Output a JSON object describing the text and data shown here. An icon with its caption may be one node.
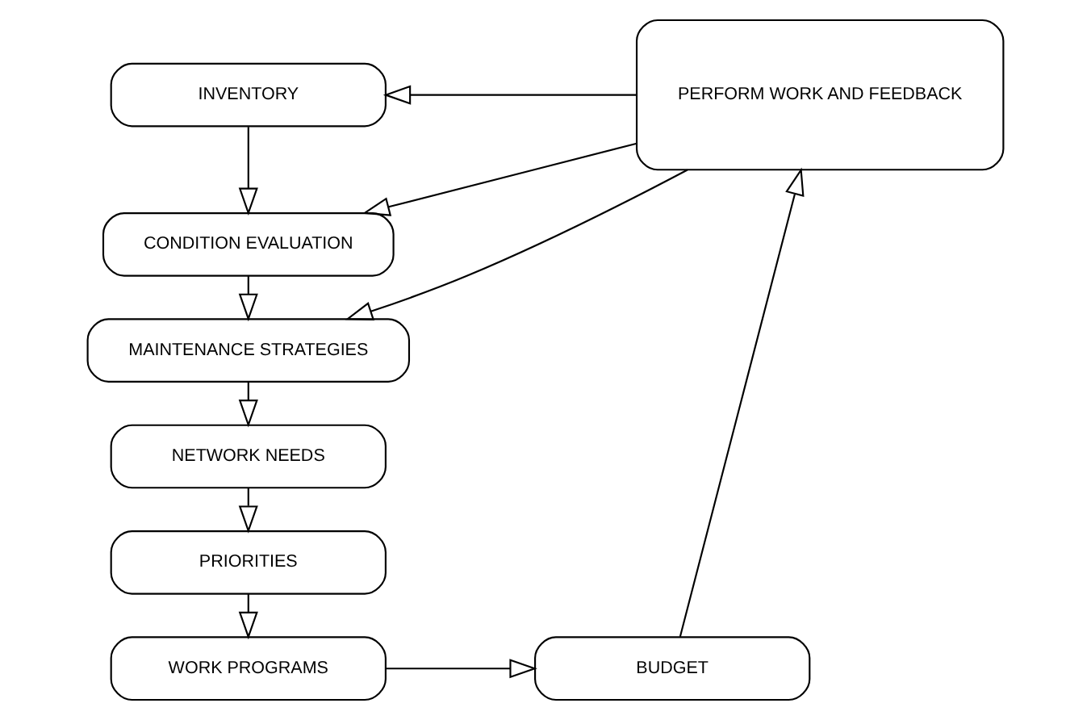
{
  "diagram": {
    "nodes": [
      {
        "text": [
          "INVENTORY"
        ]
      },
      {
        "text": [
          "CONDITION EVALUATION"
        ]
      },
      {
        "text": [
          "MAINTENANCE STRATEGIES"
        ]
      },
      {
        "text": [
          "NETWORK NEEDS"
        ]
      },
      {
        "text": [
          "PRIORITIES"
        ]
      },
      {
        "text": [
          "WORK PROGRAMS"
        ]
      },
      {
        "text": [
          "BUDGET"
        ]
      },
      {
        "text": [
          "PERFORM WORK AND FEEDBACK"
        ]
      }
    ],
    "edges": [
      {
        "from": 0,
        "to": 1,
        "arrow": "to"
      },
      {
        "from": 1,
        "to": 2,
        "arrow": "to"
      },
      {
        "from": 2,
        "to": 3,
        "arrow": "to"
      },
      {
        "from": 3,
        "to": 4,
        "arrow": "to"
      },
      {
        "from": 4,
        "to": 5,
        "arrow": "to"
      },
      {
        "from": 5,
        "to": 6,
        "arrow": "to"
      },
      {
        "from": 6,
        "to": 7,
        "arrow": "to"
      },
      {
        "from": 7,
        "to": 0,
        "arrow": "to"
      },
      {
        "from": 7,
        "to": 1,
        "arrow": "to"
      },
      {
        "from": 7,
        "to": 2,
        "arrow": "to"
      }
    ]
  }
}
